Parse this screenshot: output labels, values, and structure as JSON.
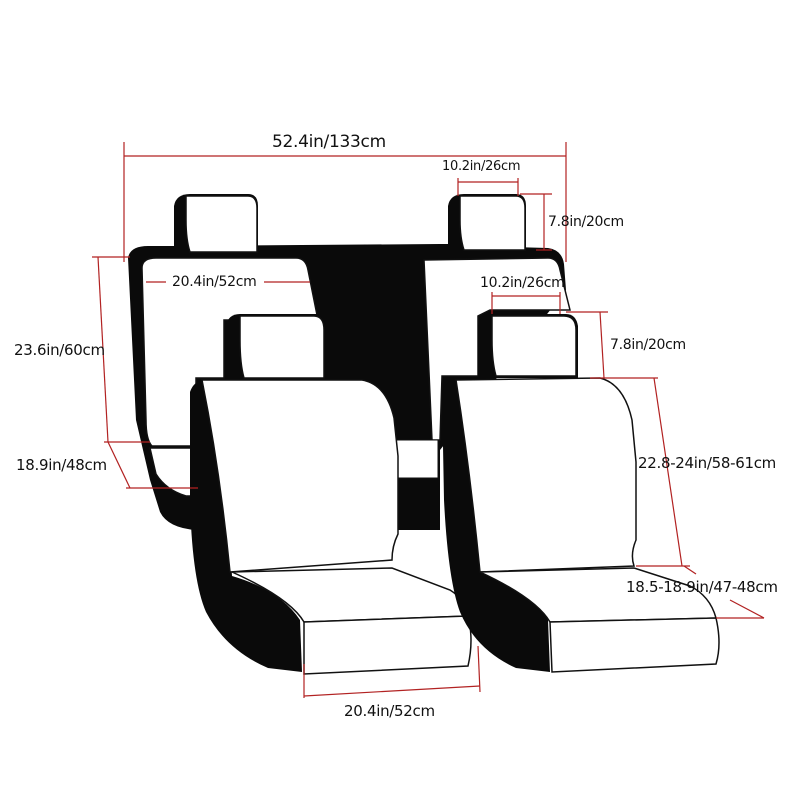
{
  "diagram": {
    "subject": "car seat cover set dimensions",
    "colors": {
      "dimension_line": "#b22222",
      "seat_outline": "#111111",
      "seat_side": "#0a0a0a",
      "seat_face": "#ffffff",
      "background": "#ffffff"
    },
    "rear_seat": {
      "total_width": "52.4in/133cm",
      "headrest_width": "10.2in/26cm",
      "headrest_height": "7.8in/20cm",
      "backrest_width": "20.4in/52cm",
      "backrest_height": "23.6in/60cm",
      "cushion_depth": "18.9in/48cm"
    },
    "front_seat": {
      "headrest_width": "10.2in/26cm",
      "headrest_height": "7.8in/20cm",
      "backrest_height": "22.8-24in/58-61cm",
      "cushion_depth": "18.5-18.9in/47-48cm",
      "cushion_width": "20.4in/52cm"
    }
  }
}
